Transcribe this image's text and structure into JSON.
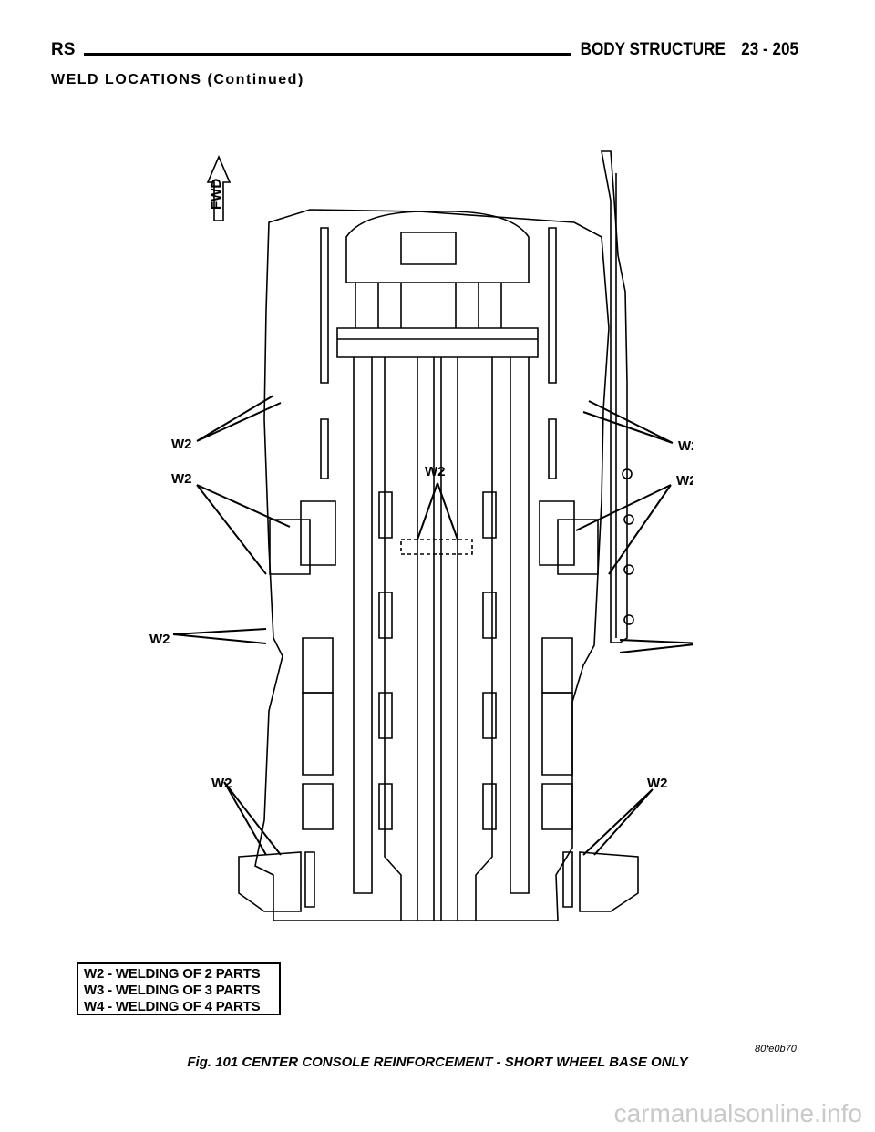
{
  "header": {
    "left": "RS",
    "section": "BODY STRUCTURE",
    "page": "23 - 205"
  },
  "section_title": "WELD LOCATIONS (Continued)",
  "figure": {
    "fwd_label": "FWD",
    "callout_label": "W2",
    "code": "80fe0b70",
    "caption": "Fig. 101 CENTER CONSOLE REINFORCEMENT - SHORT WHEEL BASE ONLY"
  },
  "legend": {
    "items": [
      "W2 - WELDING OF 2 PARTS",
      "W3 - WELDING OF 3 PARTS",
      "W4 - WELDING OF 4 PARTS"
    ]
  },
  "watermark": "carmanualsonline.info"
}
